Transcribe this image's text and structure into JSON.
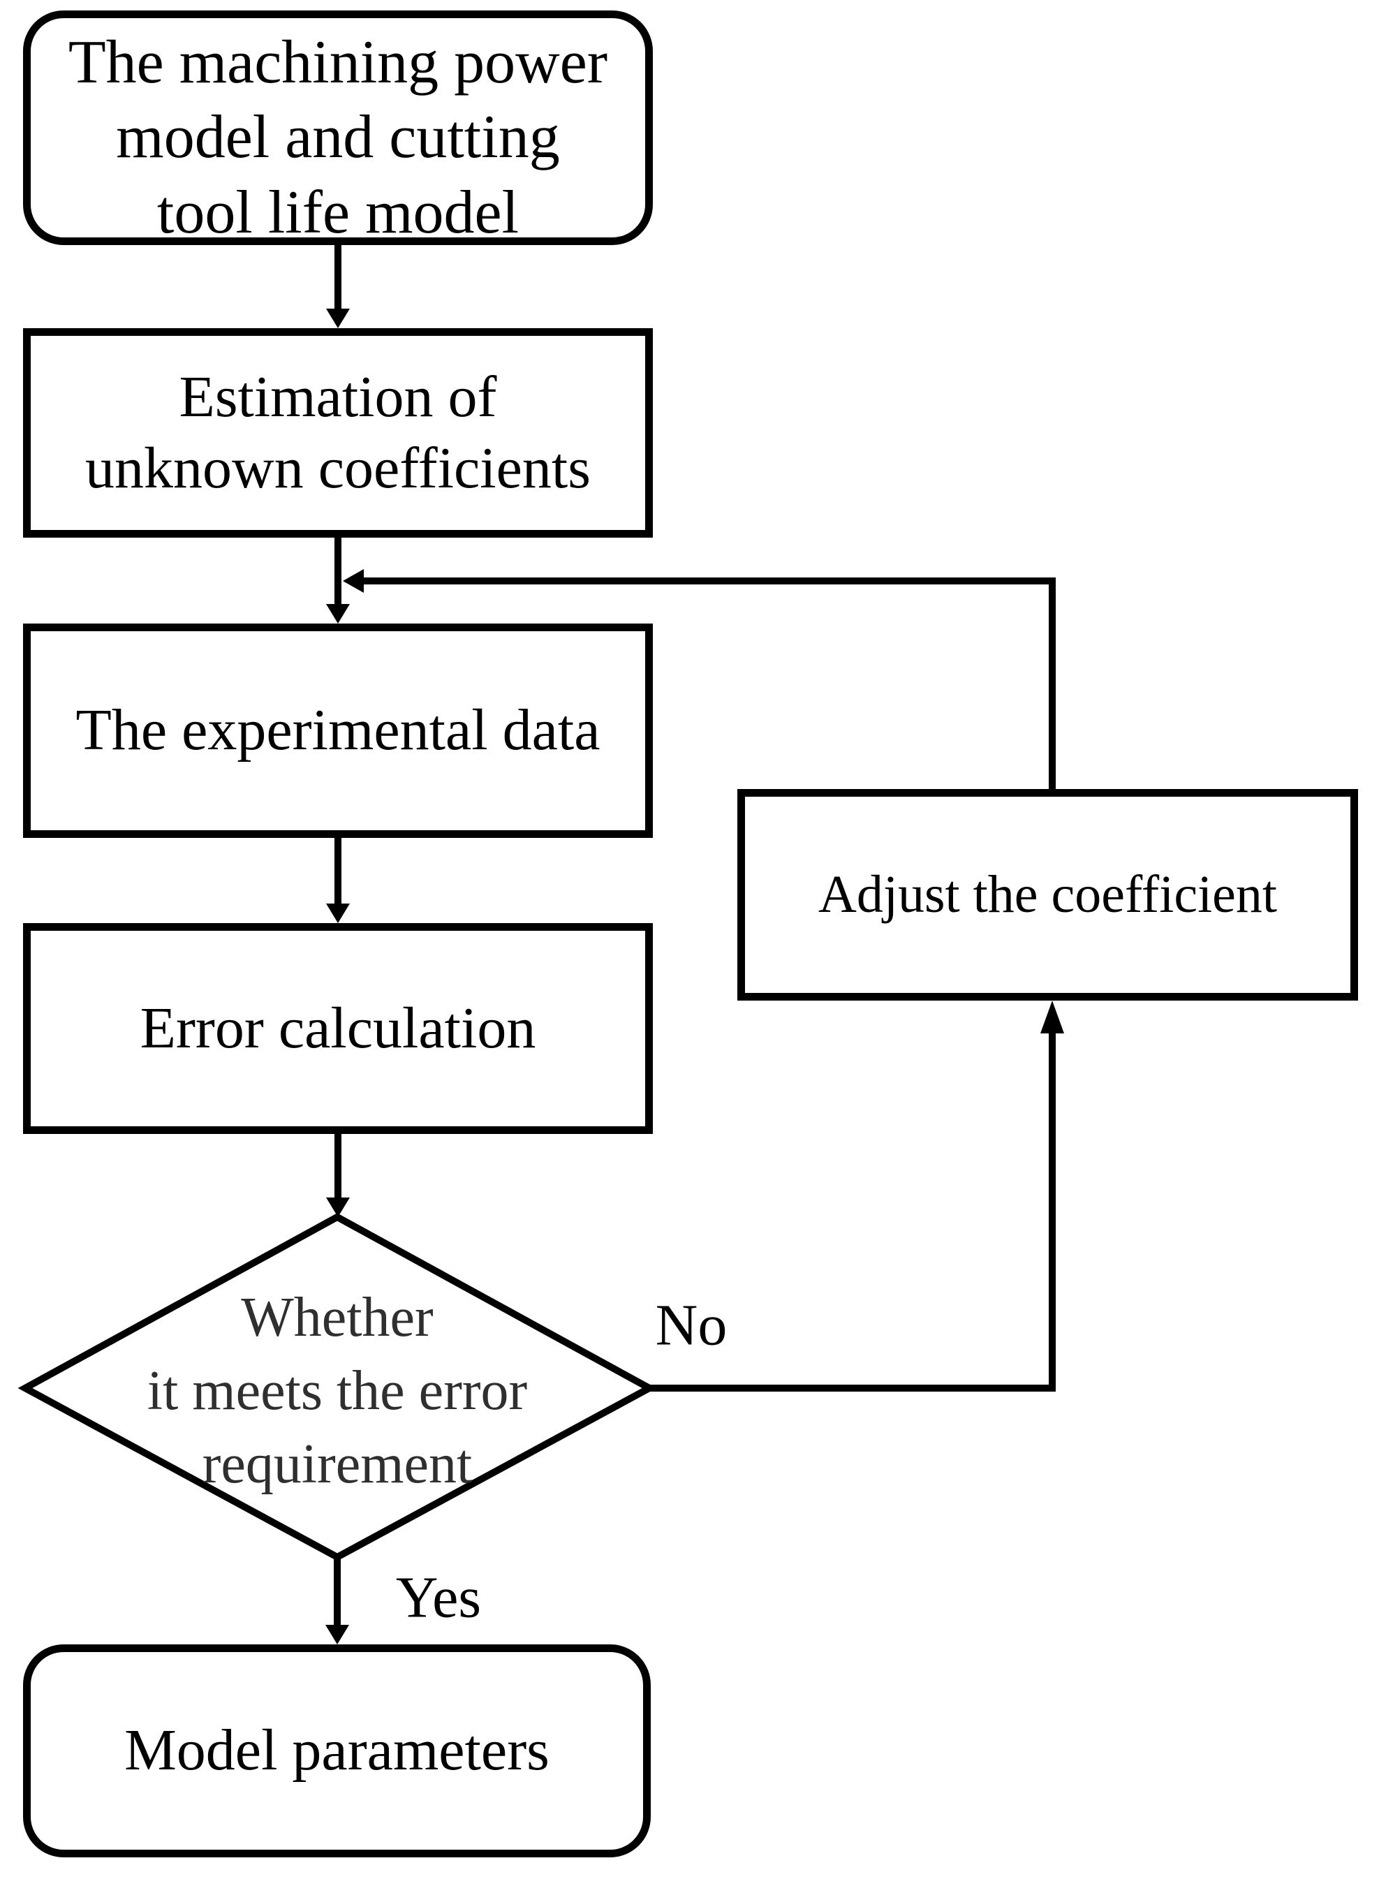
{
  "flowchart": {
    "background": "#ffffff",
    "stroke_color": "#000000",
    "text_color": "#000000",
    "decision_text_color": "#2f2f2f",
    "nodes": {
      "start": {
        "shape": "rounded-rectangle",
        "lines": [
          "The machining power",
          "model and cutting",
          "tool life model"
        ]
      },
      "estimate": {
        "shape": "rectangle",
        "lines": [
          "Estimation of",
          "unknown coefficients"
        ]
      },
      "data": {
        "shape": "rectangle",
        "lines": [
          "The experimental data"
        ]
      },
      "error": {
        "shape": "rectangle",
        "lines": [
          "Error calculation"
        ]
      },
      "decision": {
        "shape": "diamond",
        "lines": [
          "Whether",
          "it meets the error",
          "requirement"
        ]
      },
      "adjust": {
        "shape": "rectangle",
        "lines": [
          "Adjust the coefficient"
        ]
      },
      "result": {
        "shape": "rounded-rectangle",
        "lines": [
          "Model parameters"
        ]
      }
    },
    "edge_labels": {
      "no": "No",
      "yes": "Yes"
    },
    "edges": [
      {
        "from": "start",
        "to": "estimate"
      },
      {
        "from": "estimate",
        "to": "data"
      },
      {
        "from": "data",
        "to": "error"
      },
      {
        "from": "error",
        "to": "decision"
      },
      {
        "from": "decision",
        "to": "adjust",
        "label": "No"
      },
      {
        "from": "adjust",
        "to": "estimate-data-junction"
      },
      {
        "from": "decision",
        "to": "result",
        "label": "Yes"
      }
    ]
  }
}
